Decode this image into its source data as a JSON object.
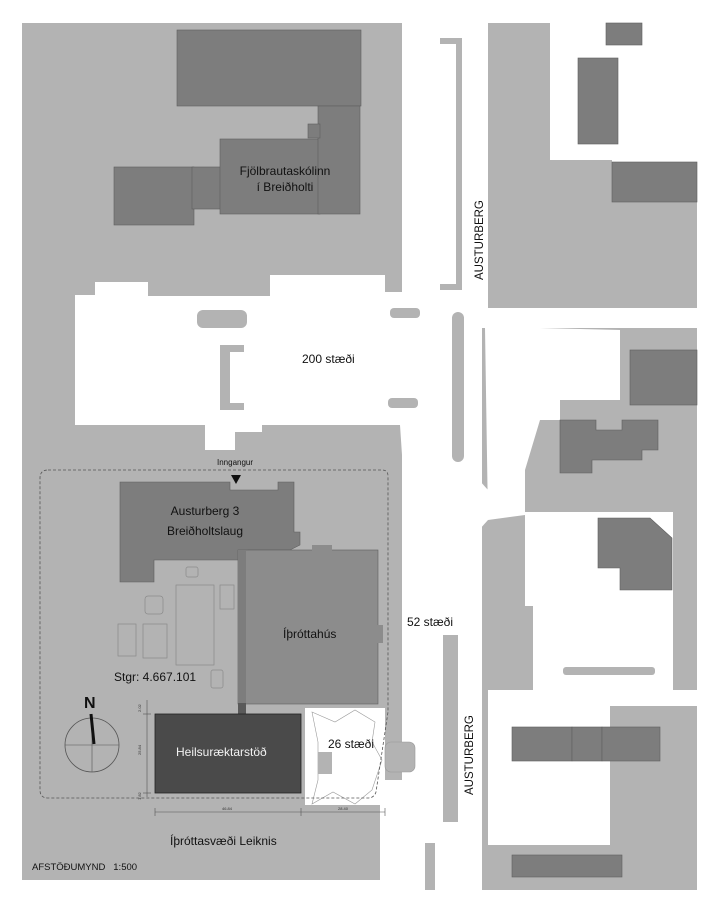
{
  "colors": {
    "background": "#ffffff",
    "ground": "#b3b3b3",
    "building_dark": "#7d7d7d",
    "building_medium": "#8c8c8c",
    "building_darkest": "#4a4a4a",
    "road": "#ffffff",
    "outline": "#555555"
  },
  "labels": {
    "school": [
      "Fjölbrautaskólinn",
      "í Breiðholti"
    ],
    "street_north": "AUSTURBERG",
    "street_south": "AUSTURBERG",
    "parking_200": "200 stæði",
    "entrance": "Inngangur",
    "pool": [
      "Austurberg 3",
      "Breiðholtslaug"
    ],
    "sports_hall": "Íþróttahús",
    "parking_52": "52 stæði",
    "plot_id": "Stgr: 4.667.101",
    "north": "N",
    "gym": "Heilsuræktarstöð",
    "parking_26": "26 stæði",
    "field": "Íþróttasvæði Leiknis",
    "title": "AFSTÖÐUMYND   1:500"
  },
  "dimensions": {
    "width_a": "46.84",
    "width_b": "28.40",
    "height_a": "25.84",
    "height_b": "2.02",
    "height_c": "1.82"
  },
  "icons": {
    "north_arrow": "north-arrow-icon",
    "entrance_marker": "entrance-triangle-icon"
  }
}
